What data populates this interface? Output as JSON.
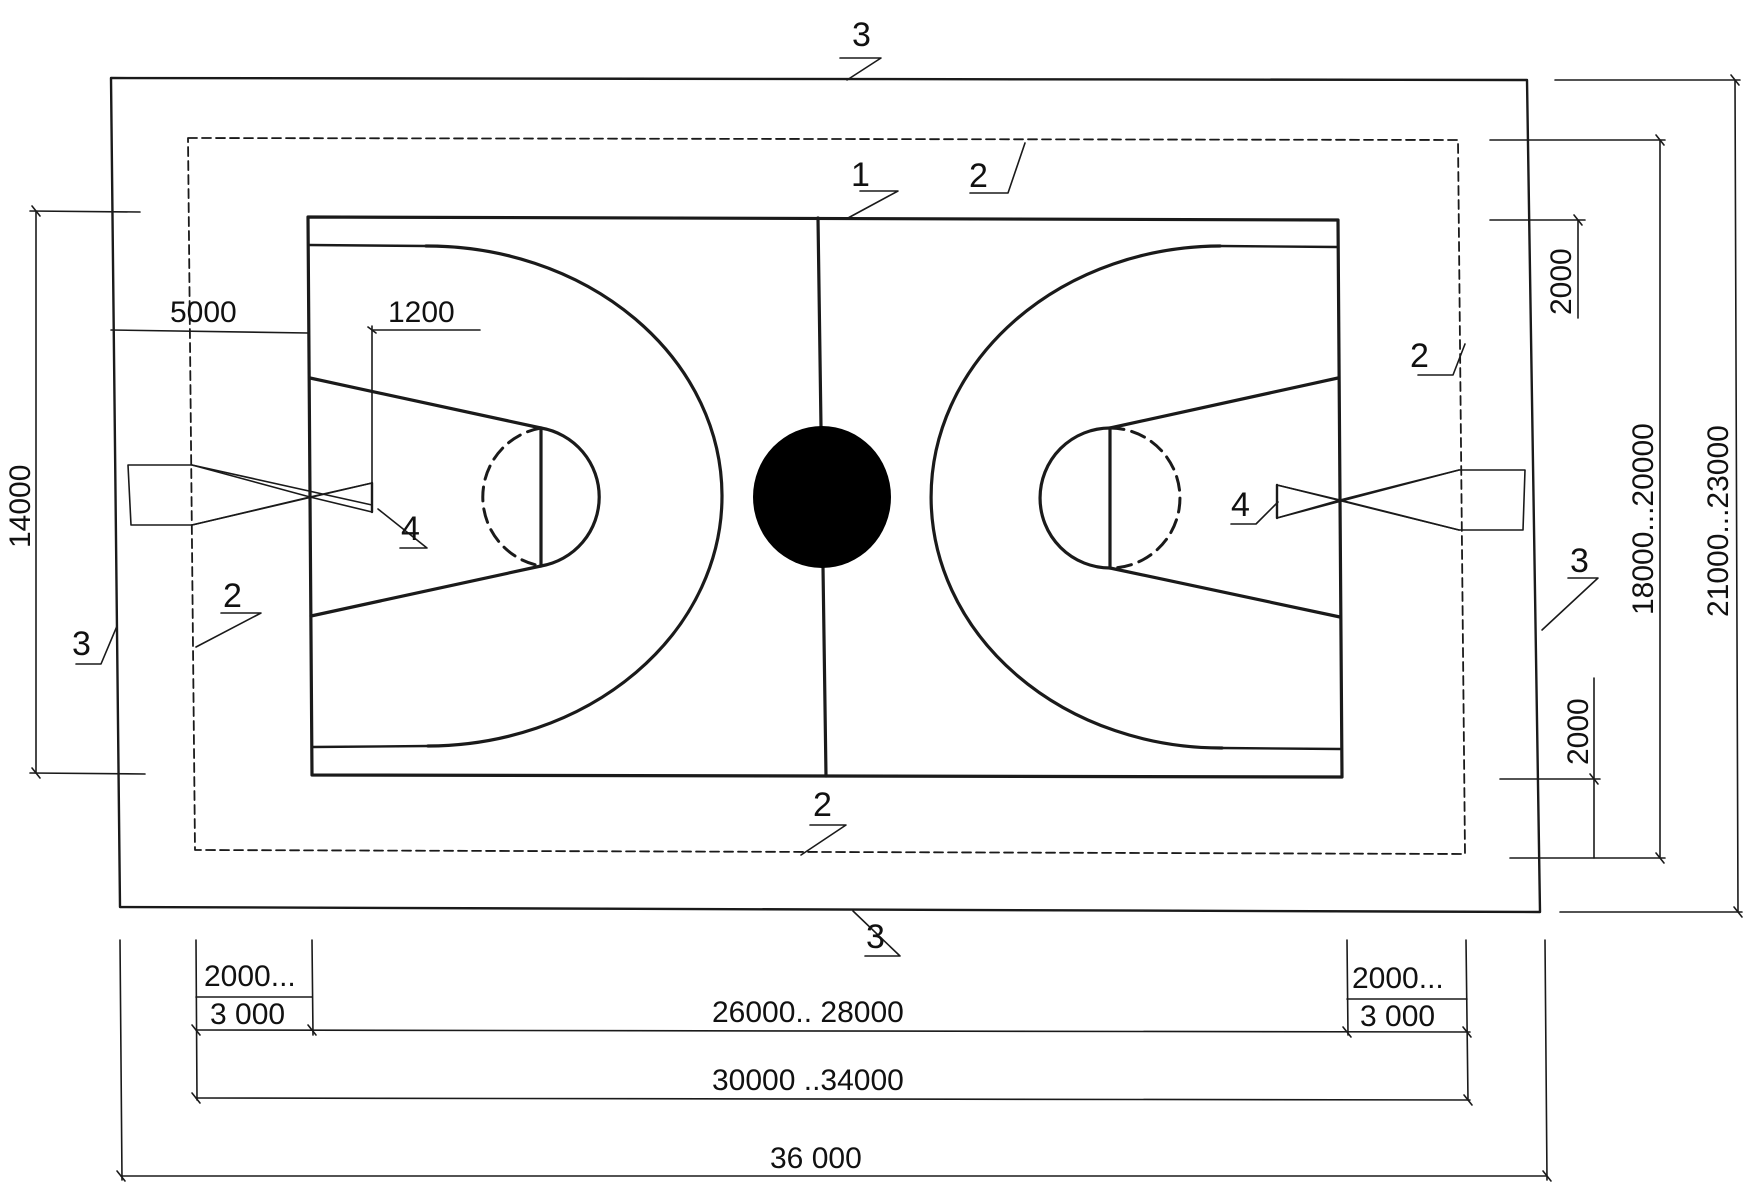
{
  "callouts": {
    "one": "1",
    "two": "2",
    "three": "3",
    "four": "4"
  },
  "dimensions": {
    "d5000": "5000",
    "d1200": "1200",
    "d14000": "14000",
    "d2000": "2000",
    "d18000_20000": "18000...20000",
    "d21000_23000": "21000...23000",
    "d2000_3000_top": "2000...",
    "d2000_3000_bottom": "3 000",
    "d26000_28000": "26000.. 28000",
    "d30000_34000": "30000 ..34000",
    "d36000": "36 000"
  }
}
